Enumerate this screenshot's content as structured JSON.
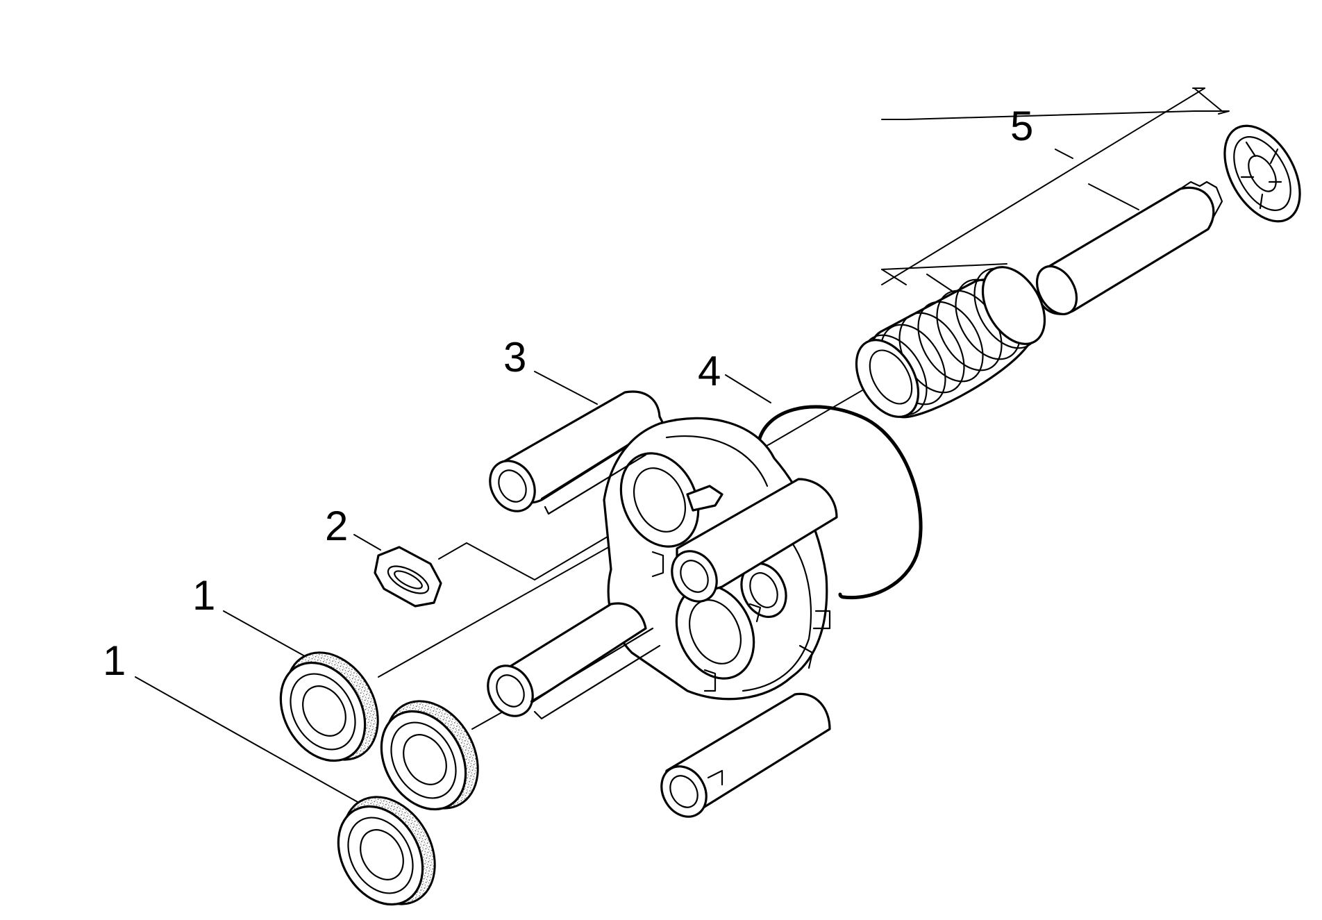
{
  "callouts": [
    {
      "id": "label-5",
      "text": "5"
    },
    {
      "id": "label-3",
      "text": "3"
    },
    {
      "id": "label-4",
      "text": "4"
    },
    {
      "id": "label-2",
      "text": "2"
    },
    {
      "id": "label-1a",
      "text": "1"
    },
    {
      "id": "label-1b",
      "text": "1"
    }
  ],
  "colors": {
    "ink": "#000000",
    "paper": "#ffffff"
  }
}
